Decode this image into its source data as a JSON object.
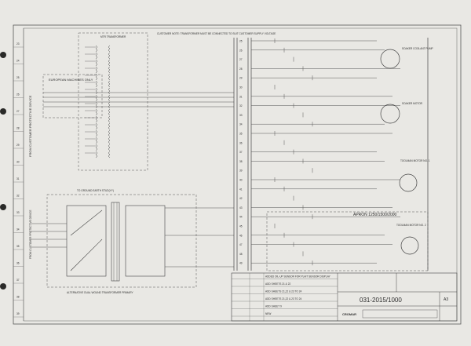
{
  "left_scale": [
    "23",
    "24",
    "25",
    "26",
    "27",
    "28",
    "29",
    "30",
    "31",
    "32",
    "33",
    "34",
    "35",
    "36",
    "37",
    "38",
    "39"
  ],
  "rung_numbers": [
    "25",
    "26",
    "27",
    "28",
    "29",
    "30",
    "31",
    "32",
    "33",
    "34",
    "35",
    "36",
    "37",
    "38",
    "39",
    "40",
    "41",
    "42",
    "43",
    "44",
    "45",
    "46",
    "47",
    "48",
    "49"
  ],
  "vertical_notes": [
    "FROM CUSTOMER PROTECTIVE DEVICE",
    "FROM CUSTOMER PROTECTIVE DEVICE"
  ],
  "top_note": "CUSTOMER NOTE: TRANSFORMER MUST BE CONNECTED TO SUIT CUSTOMER SUPPLY VOLTAGE",
  "blocks": {
    "transformer_title": "MTR TRANSFORMER",
    "european_title": "EUROPEAN MACHINES ONLY",
    "alt_transformer_caption": "ALTERNATIVE DUAL WOUND TRANSFORMER PRIMARY",
    "alt_transformer_note": "TO GROUND EARTH STUD(YY)"
  },
  "motors": [
    "SOAKER COOLANT PUMP",
    "SOAKER MOTOR",
    "TOOLMAN MOTOR NO. 1",
    "TOOLMAN MOTOR NO. 2"
  ],
  "model": "APRON 1250/1500/2000",
  "revision_rows": [
    {
      "rev": "",
      "desc": "ADDED OIL-UP SENSOR FOR PLAIT SENSOR DISPLAY",
      "init": "",
      "date": ""
    },
    {
      "rev": "",
      "desc": "ADD SHEETS 21 & 22",
      "init": "",
      "date": ""
    },
    {
      "rev": "",
      "desc": "ADD SHEETS 21,22 & 23 TO 24",
      "init": "",
      "date": ""
    },
    {
      "rev": "",
      "desc": "ADD SHEETS 21,22 & 23 TO 24",
      "init": "",
      "date": ""
    },
    {
      "rev": "",
      "desc": "ADD SHEET 9",
      "init": "",
      "date": ""
    },
    {
      "rev": "",
      "desc": "NEW",
      "init": "",
      "date": ""
    }
  ],
  "title_block": {
    "drawing_number": "031-2015/1000",
    "sheet": "A3",
    "company": "CROMAR"
  },
  "colors": {
    "paper": "#e9e8e4",
    "ink": "#3a3a3a",
    "background": "#2a2a28"
  }
}
